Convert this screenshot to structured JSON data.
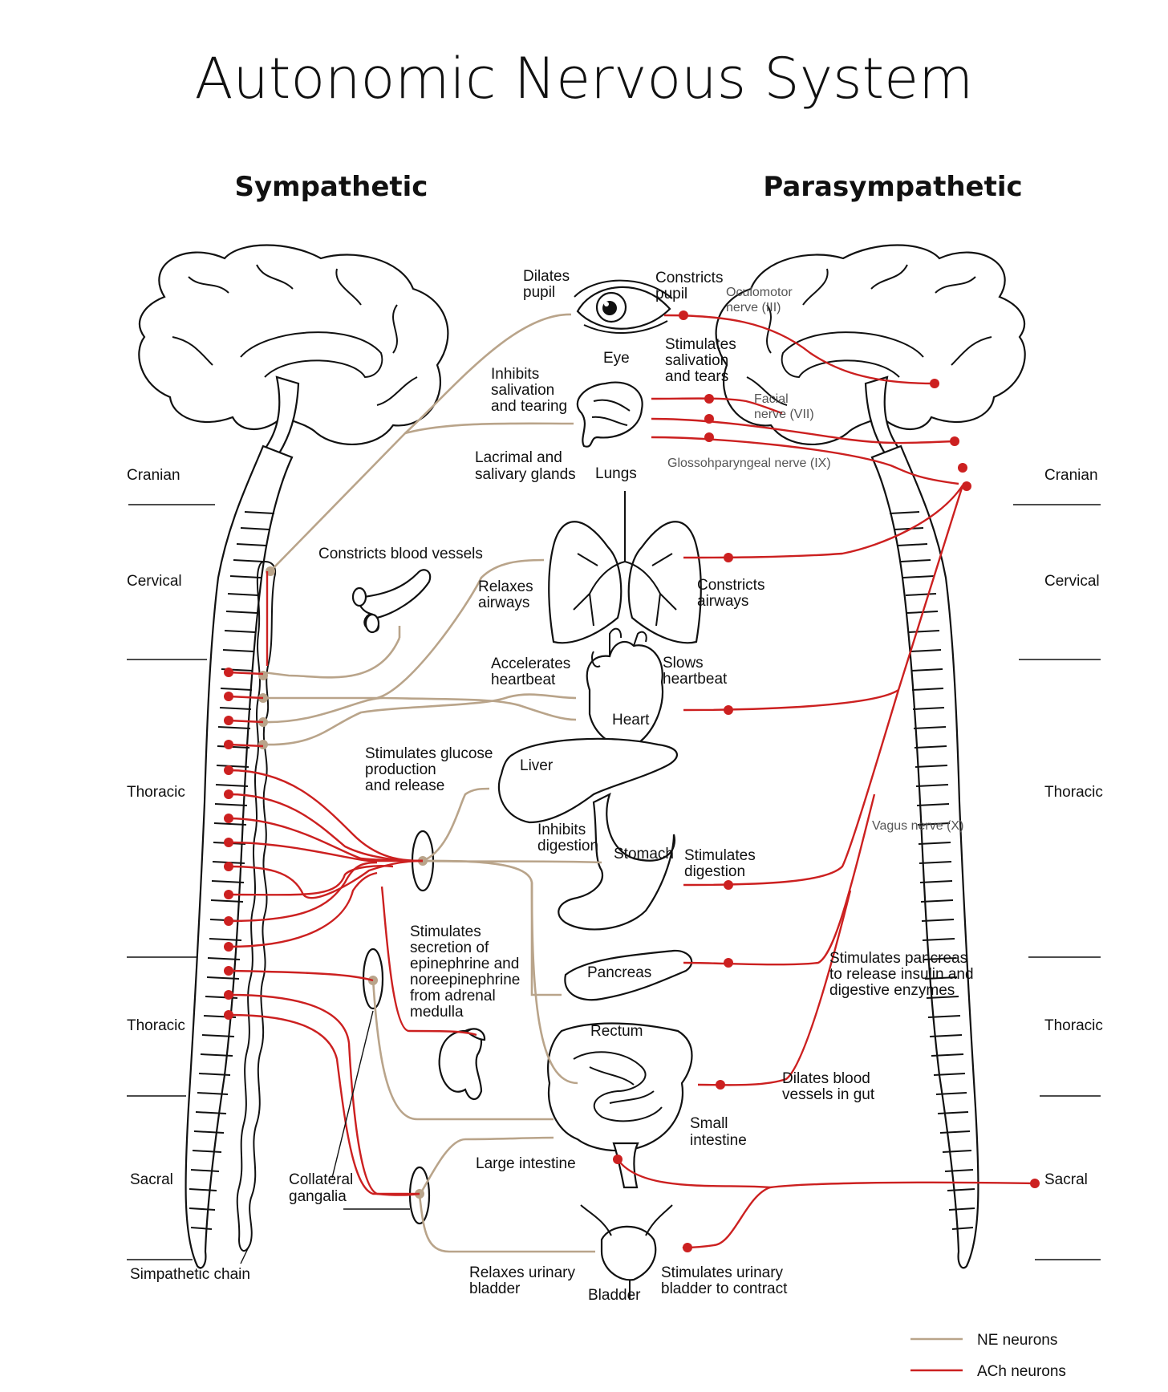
{
  "title": "Autonomic Nervous System",
  "headings": {
    "sympathetic": "Sympathetic",
    "parasympathetic": "Parasympathetic"
  },
  "regions": {
    "left": [
      "Cranian",
      "Cervical",
      "Thoracic",
      "Thoracic",
      "Sacral"
    ],
    "right": [
      "Cranian",
      "Cervical",
      "Thoracic",
      "Thoracic",
      "Sacral"
    ]
  },
  "organs": {
    "eye": "Eye",
    "glands": [
      "Lacrimal and",
      "salivary glands"
    ],
    "lungs": "Lungs",
    "heart": "Heart",
    "liver": "Liver",
    "stomach": "Stomach",
    "pancreas": "Pancreas",
    "rectum": "Rectum",
    "small_intestine": [
      "Small",
      "intestine"
    ],
    "large_intestine": "Large intestine",
    "bladder": "Bladder"
  },
  "sympathetic_effects": {
    "pupil": [
      "Dilates",
      "pupil"
    ],
    "salivation": [
      "Inhibits",
      "salivation",
      "and tearing"
    ],
    "vessels": "Constricts blood vessels",
    "airways": [
      "Relaxes",
      "airways"
    ],
    "heartbeat": [
      "Accelerates",
      "heartbeat"
    ],
    "glucose": [
      "Stimulates glucose",
      "production",
      "and release"
    ],
    "digestion": [
      "Inhibits",
      "digestion"
    ],
    "adrenal": [
      "Stimulates",
      "secretion of",
      "epinephrine and",
      "noreepinephrine",
      "from adrenal",
      "medulla"
    ],
    "bladder": [
      "Relaxes urinary",
      "bladder"
    ]
  },
  "parasympathetic_effects": {
    "pupil": [
      "Constricts",
      "pupil"
    ],
    "salivation": [
      "Stimulates",
      "salivation",
      "and tears"
    ],
    "airways": [
      "Constricts",
      "airways"
    ],
    "heartbeat": [
      "Slows",
      "heartbeat"
    ],
    "digestion": [
      "Stimulates",
      "digestion"
    ],
    "pancreas": [
      "Stimulates pancreas",
      "to release insulin and",
      "digestive enzymes"
    ],
    "gut": [
      "Dilates blood",
      "vessels in gut"
    ],
    "bladder": [
      "Stimulates urinary",
      "bladder to contract"
    ]
  },
  "nerves": {
    "oculomotor": [
      "Oculomotor",
      "nerve (III)"
    ],
    "facial": [
      "Facial",
      "nerve (VII)"
    ],
    "glossopharyngeal": "Glossohparyngeal nerve (IX)",
    "vagus": "Vagus nerve (X)"
  },
  "structures": {
    "chain": "Simpathetic chain",
    "ganglia": [
      "Collateral",
      "gangalia"
    ]
  },
  "legend": [
    {
      "label": "NE neurons",
      "color": "#b9a48a"
    },
    {
      "label": "ACh neurons",
      "color": "#cc2020"
    }
  ]
}
